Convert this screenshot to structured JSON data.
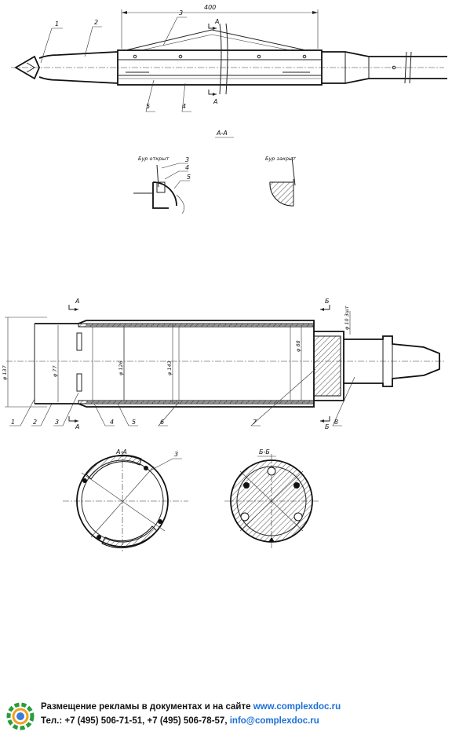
{
  "drawing": {
    "top": {
      "dim_400": "400",
      "section_mark_A_top": "A",
      "section_mark_A_bottom": "A",
      "callouts": [
        "1",
        "2",
        "3",
        "4",
        "5"
      ]
    },
    "section_AA_top": {
      "title": "A-A",
      "left_caption": "Бур открыт",
      "right_caption": "Бур закрыт",
      "callouts": [
        "3",
        "4",
        "5"
      ]
    },
    "bottom": {
      "mark_A_top": "A",
      "mark_A_bottom": "A",
      "mark_B_top": "Б",
      "mark_B_bottom": "Б",
      "dim_left": "φ 137",
      "dim_d1": "φ 77",
      "dim_d2": "φ 126",
      "dim_d3": "φ 143",
      "dim_d4": "φ 88",
      "dim_right": "φ 10 3шт",
      "callouts": [
        "1",
        "2",
        "3",
        "4",
        "5",
        "6",
        "7",
        "8"
      ]
    },
    "section_AA_bottom": {
      "title": "A-A",
      "callout": "3"
    },
    "section_BB_bottom": {
      "title": "Б-Б"
    }
  },
  "footer": {
    "line1_text": "Размещение рекламы в документах и на сайте ",
    "line1_link": "www.complexdoc.ru",
    "line2_text": "Тел.: +7 (495) 506-71-51, +7 (495) 506-78-57, ",
    "line2_link": "info@complexdoc.ru",
    "colors": {
      "link": "#1a6fd6",
      "logo_ring": "#2a9d3a",
      "logo_accent": "#f0a020"
    }
  }
}
